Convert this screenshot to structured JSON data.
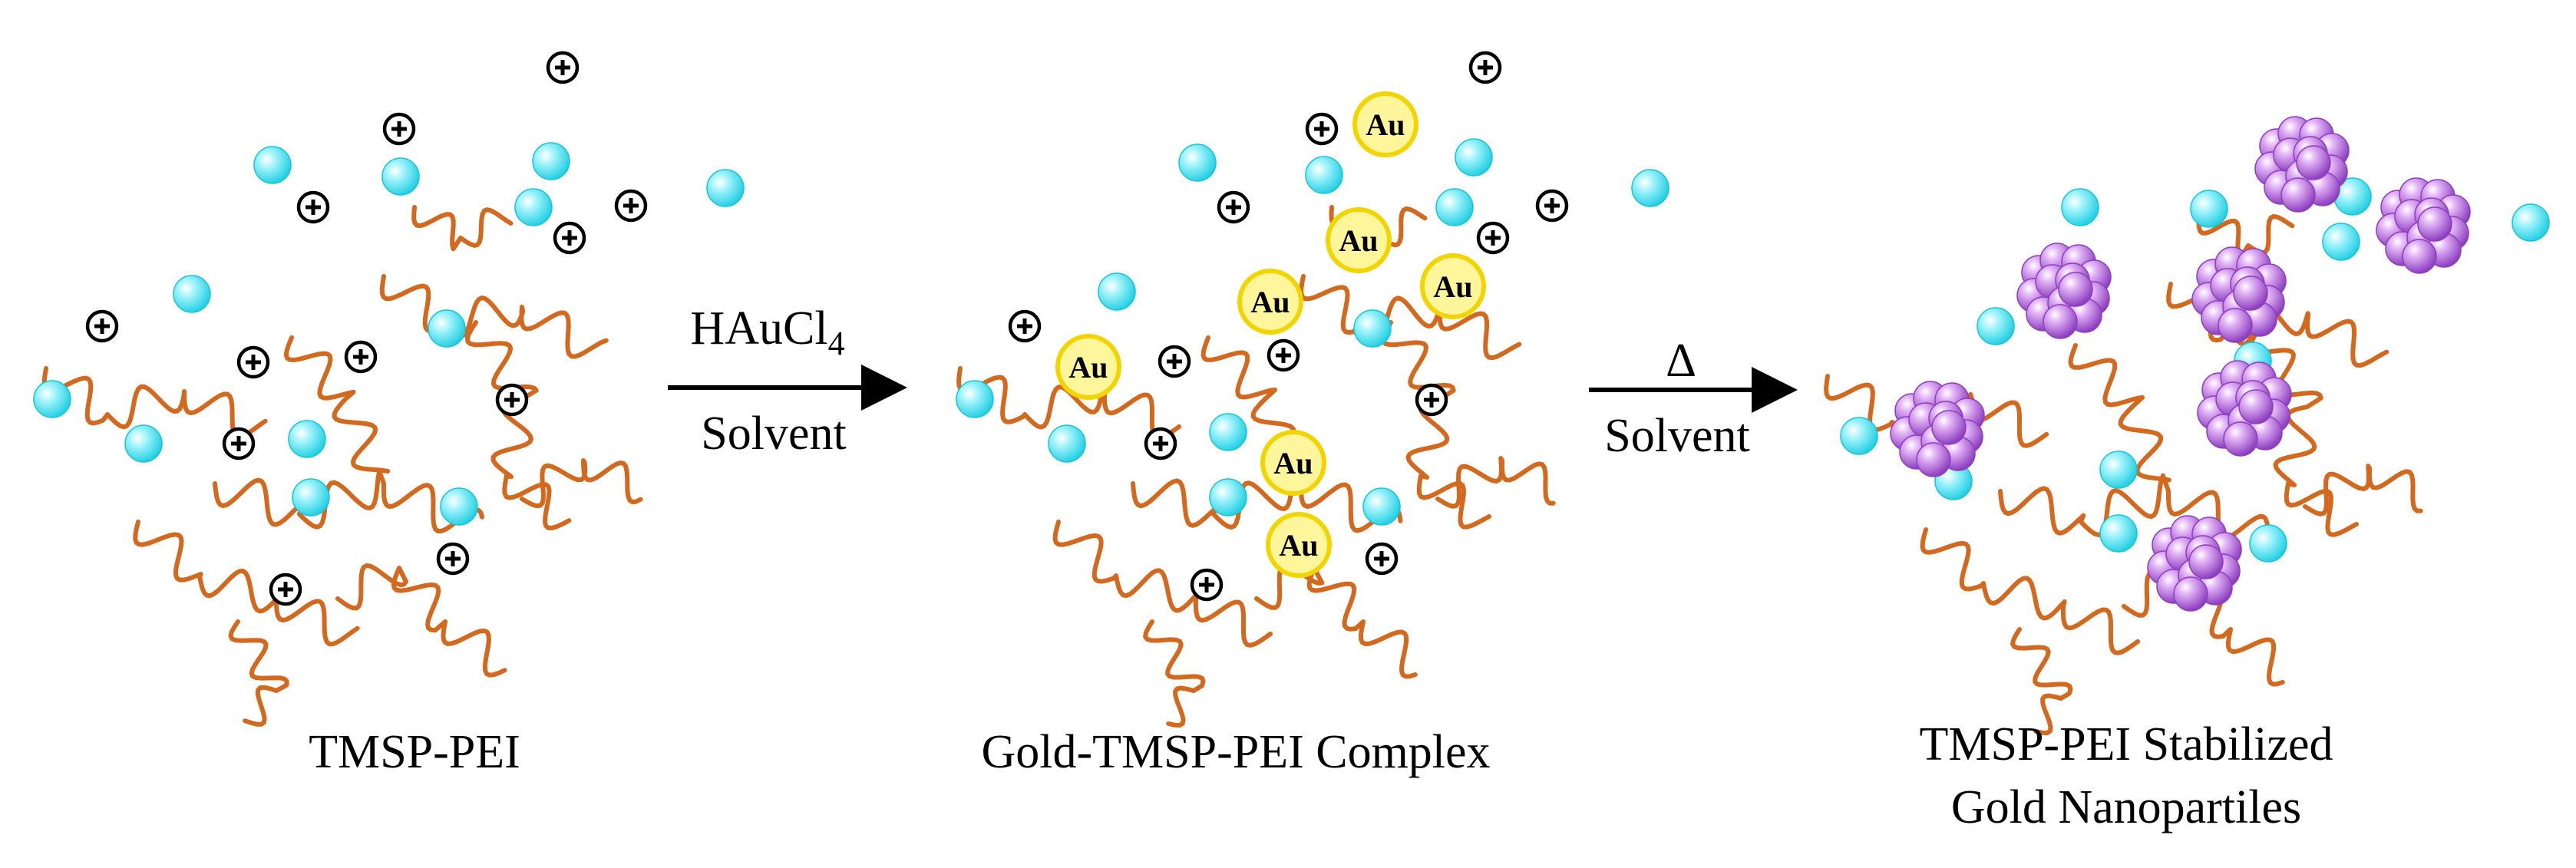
{
  "panels": {
    "left": {
      "caption": "TMSP-PEI"
    },
    "middle": {
      "caption": "Gold-TMSP-PEI Complex",
      "particle_label": "Au"
    },
    "right": {
      "caption_line1": "TMSP-PEI Stabilized",
      "caption_line2": "Gold Nanopartiles"
    }
  },
  "arrows": {
    "first": {
      "reagent": "HAuCl",
      "reagent_subscript": "4",
      "condition": "Solvent"
    },
    "second": {
      "reagent": "Δ",
      "condition": "Solvent"
    }
  },
  "colors": {
    "chain": "#D2691E",
    "bead": "#33E0F0",
    "gold_fill": "#FFF59A",
    "gold_stroke": "#F2D400",
    "nanoparticle": "#C07AE0",
    "nanoparticle_shade": "#8E3FC0"
  },
  "icons": {
    "positive_charge": "plus-in-circle",
    "bead": "cyan-sphere",
    "gold": "gold-ion-circle",
    "nanoparticle": "sphere-cluster"
  }
}
